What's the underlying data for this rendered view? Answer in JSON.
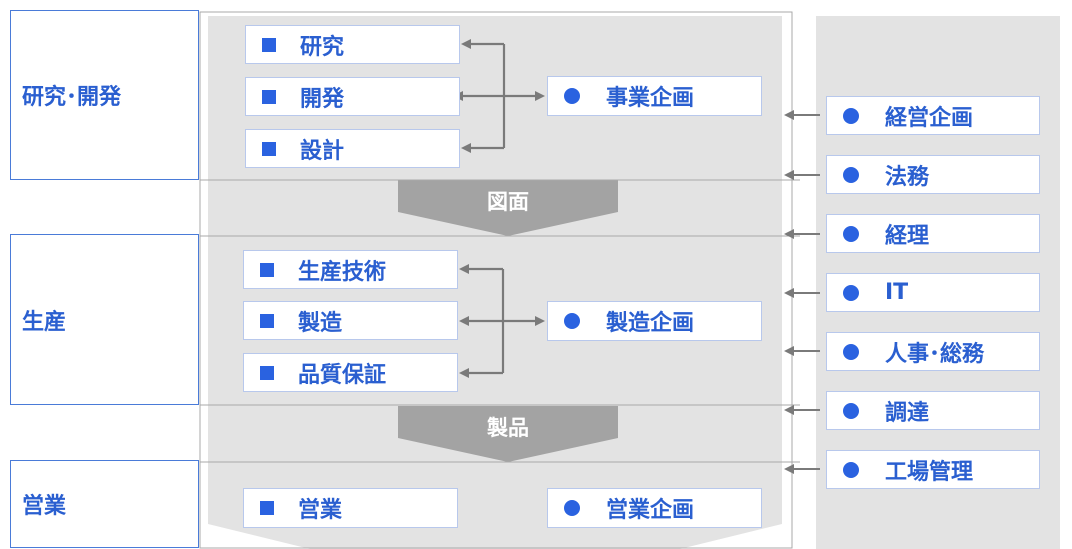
{
  "sections": {
    "rd": "研究･開発",
    "production": "生産",
    "sales": "営業"
  },
  "rd_boxes": {
    "research": "研究",
    "development": "開発",
    "design": "設計",
    "business_planning": "事業企画"
  },
  "flow_labels": {
    "drawings": "図面",
    "products": "製品"
  },
  "production_boxes": {
    "production_engineering": "生産技術",
    "manufacturing": "製造",
    "quality_assurance": "品質保証",
    "manufacturing_planning": "製造企画"
  },
  "sales_boxes": {
    "sales": "営業",
    "sales_planning": "営業企画"
  },
  "support_functions": [
    "経営企画",
    "法務",
    "経理",
    "IT",
    "人事･総務",
    "調達",
    "工場管理"
  ],
  "colors": {
    "accent": "#2a62e0",
    "label_text": "#2a5fd0",
    "band": "#e3e3e3",
    "flow_arrow": "#a3a3a3",
    "connector": "#7a7a7a"
  }
}
